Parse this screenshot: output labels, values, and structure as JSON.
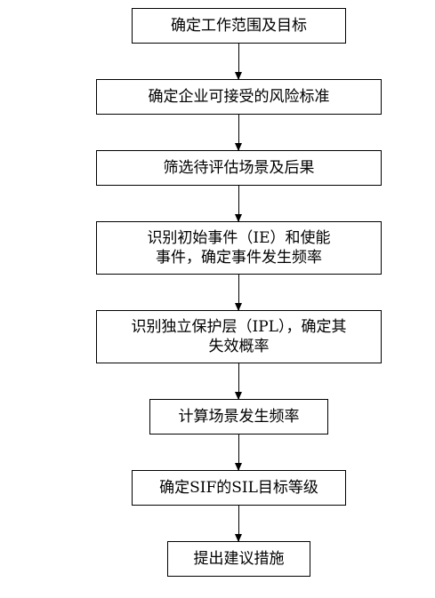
{
  "flowchart": {
    "steps": [
      {
        "lines": [
          "确定工作范围及目标"
        ]
      },
      {
        "lines": [
          "确定企业可接受的风险标准"
        ]
      },
      {
        "lines": [
          "筛选待评估场景及后果"
        ]
      },
      {
        "lines": [
          "识别初始事件（IE）和使能",
          "事件，确定事件发生频率"
        ]
      },
      {
        "lines": [
          "识别独立保护层（IPL），确定其",
          "失效概率"
        ]
      },
      {
        "lines": [
          "计算场景发生频率"
        ]
      },
      {
        "lines": [
          "确定SIF的SIL目标等级"
        ]
      },
      {
        "lines": [
          "提出建议措施"
        ]
      }
    ]
  }
}
